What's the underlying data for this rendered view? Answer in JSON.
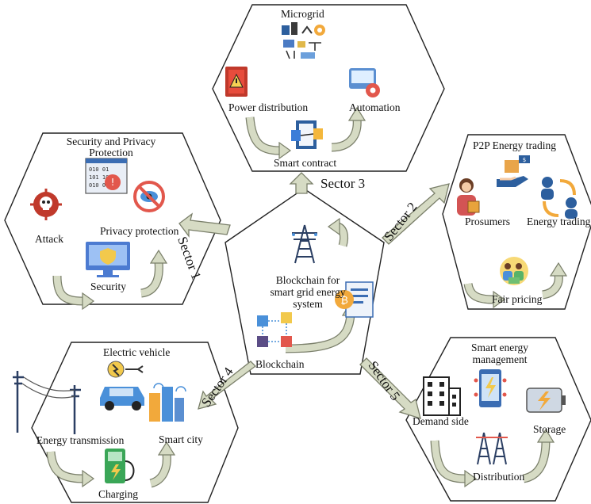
{
  "center": {
    "title_lines": [
      "Blockchain for",
      "smart grid energy",
      "system"
    ],
    "label": "Blockchain"
  },
  "sectors": {
    "s1": "Sector 1",
    "s2": "Sector 2",
    "s3": "Sector 3",
    "s4": "Sector 4",
    "s5": "Sector 5"
  },
  "hex_top": {
    "title": "Microgrid",
    "items": [
      "Power distribution",
      "Automation",
      "Smart contract"
    ]
  },
  "hex_left": {
    "title_lines": [
      "Security and Privacy",
      "Protection"
    ],
    "items": [
      "Attack",
      "Privacy protection",
      "Security"
    ]
  },
  "hex_right": {
    "title": "P2P Energy trading",
    "items": [
      "Prosumers",
      "Energy trading",
      "Fair pricing"
    ]
  },
  "hex_bottom_left": {
    "title": "Electric vehicle",
    "items": [
      "Energy transmission",
      "Smart city",
      "Charging"
    ]
  },
  "hex_bottom_right": {
    "title_lines": [
      "Smart energy",
      "management"
    ],
    "items": [
      "Demand side",
      "Storage",
      "Distribution"
    ]
  },
  "icons": [
    "microgrid-icon",
    "power-distribution-icon",
    "automation-icon",
    "smart-contract-icon",
    "attack-icon",
    "security-warning-icon",
    "privacy-icon",
    "security-computer-icon",
    "prosumer-icon",
    "trading-hand-icon",
    "energy-trading-icon",
    "fair-pricing-icon",
    "transmission-tower-icon",
    "blockchain-icon",
    "bitcoin-document-icon",
    "power-lines-icon",
    "electric-car-icon",
    "smart-city-icon",
    "charging-station-icon",
    "building-icon",
    "smart-phone-icon",
    "battery-icon",
    "distribution-tower-icon"
  ],
  "colors": {
    "arrow_fill": "#d6dbc4",
    "arrow_stroke": "#7a7f6a",
    "outline": "#222222"
  }
}
